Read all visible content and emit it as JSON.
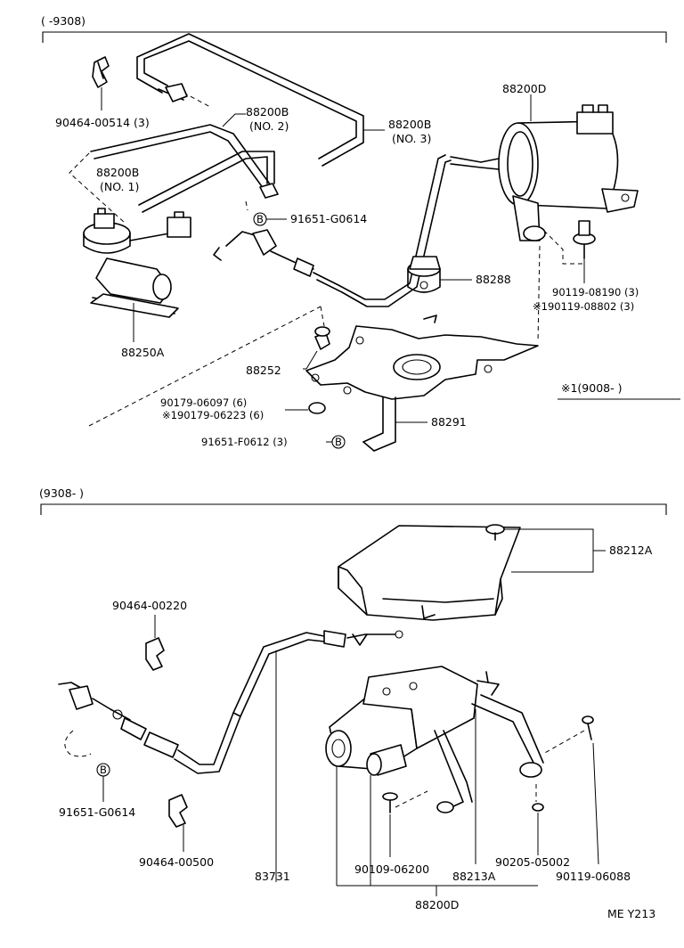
{
  "top_section": {
    "range": "(      -9308)",
    "callouts": {
      "p_90464_00514": "90464-00514 (3)",
      "p_88200B_no2": "88200B",
      "p_88200B_no2_sub": "(NO. 2)",
      "p_88200B_no3": "88200B",
      "p_88200B_no3_sub": "(NO. 3)",
      "p_88200B_no1": "88200B",
      "p_88200B_no1_sub": "(NO. 1)",
      "p_88200D": "88200D",
      "p_91651_G0614": "91651-G0614",
      "p_88288": "88288",
      "p_90119_08190": "90119-08190 (3)",
      "p_190119_08802": "※190119-08802 (3)",
      "p_88250A": "88250A",
      "p_88252": "88252",
      "p_90179_06097": "90179-06097 (6)",
      "p_190179_06223": "※190179-06223 (6)",
      "p_88291": "88291",
      "p_91651_F0612": "91651-F0612 (3)",
      "note_9008": "※1(9008-        )"
    },
    "b_marker": "B"
  },
  "bottom_section": {
    "range": "(9308-        )",
    "callouts": {
      "p_88212A": "88212A",
      "p_90464_00220": "90464-00220",
      "p_91651_G0614": "91651-G0614",
      "p_90464_00500": "90464-00500",
      "p_83731": "83731",
      "p_90109_06200": "90109-06200",
      "p_88213A": "88213A",
      "p_90205_05002": "90205-05002",
      "p_90119_06088": "90119-06088",
      "p_88200D": "88200D"
    },
    "b_marker": "B"
  },
  "footer": {
    "code": "ME  Y213"
  }
}
